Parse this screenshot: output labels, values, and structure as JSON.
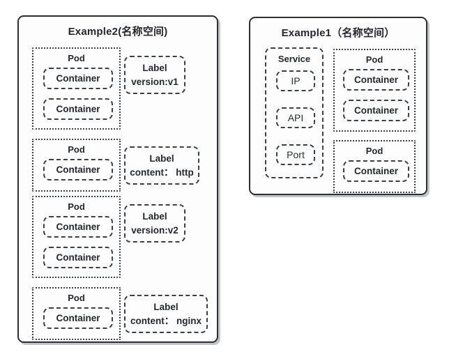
{
  "diagram": {
    "namespaces": [
      {
        "id": "example2",
        "title": "Example2(名称空间)",
        "pods": [
          {
            "title": "Pod",
            "containers": [
              "Container",
              "Container"
            ],
            "label": {
              "title": "Label",
              "value": "version:v1"
            }
          },
          {
            "title": "Pod",
            "containers": [
              "Container"
            ],
            "label": {
              "title": "Label",
              "value": "content： http"
            }
          },
          {
            "title": "Pod",
            "containers": [
              "Container",
              "Container"
            ],
            "label": {
              "title": "Label",
              "value": "version:v2"
            }
          },
          {
            "title": "Pod",
            "containers": [
              "Container"
            ],
            "label": {
              "title": "Label",
              "value": "content： nginx"
            }
          }
        ]
      },
      {
        "id": "example1",
        "title": "Example1（名称空间）",
        "service": {
          "title": "Service",
          "items": [
            "IP",
            "API",
            "Port"
          ]
        },
        "pods": [
          {
            "title": "Pod",
            "containers": [
              "Container",
              "Container"
            ]
          },
          {
            "title": "Pod",
            "containers": [
              "Container"
            ]
          }
        ]
      }
    ],
    "colors": {
      "stroke": "#2b2f33",
      "dashed_stroke": "#3a3f44",
      "text": "#24282c",
      "panel_fill": "#fdfdfd",
      "page_background": "#ffffff"
    }
  }
}
